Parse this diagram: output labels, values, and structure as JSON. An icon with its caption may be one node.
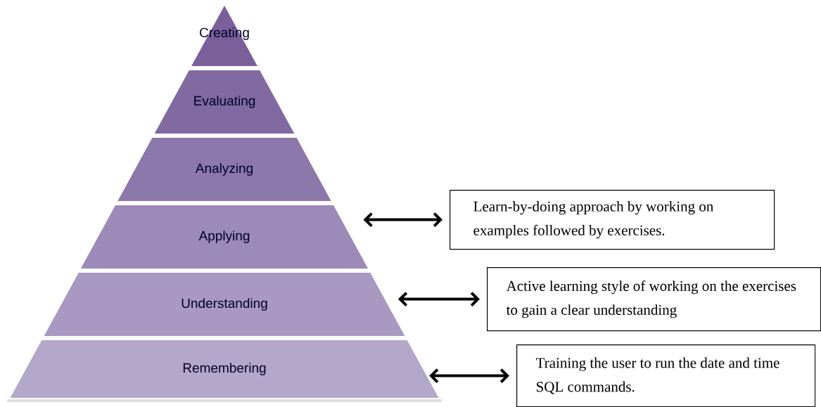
{
  "diagram": {
    "nodes": [
      {
        "text": [
          "Creating"
        ]
      },
      {
        "text": [
          "Evaluating"
        ]
      },
      {
        "text": [
          "Analyzing"
        ]
      },
      {
        "text": [
          "Applying"
        ]
      },
      {
        "text": [
          "Understanding"
        ]
      },
      {
        "text": [
          "Remembering"
        ]
      },
      {
        "text": [
          "Learn-by-doing approach by working on examples followed by exercises."
        ]
      },
      {
        "text": [
          "Active learning style of working on the exercises to gain a clear understanding"
        ]
      },
      {
        "text": [
          "Training the user to run the date and time SQL commands."
        ]
      }
    ],
    "edges": [
      {
        "from": 3,
        "to": 6,
        "arrow": "both"
      },
      {
        "from": 4,
        "to": 7,
        "arrow": "both"
      },
      {
        "from": 5,
        "to": 8,
        "arrow": "both"
      }
    ]
  }
}
